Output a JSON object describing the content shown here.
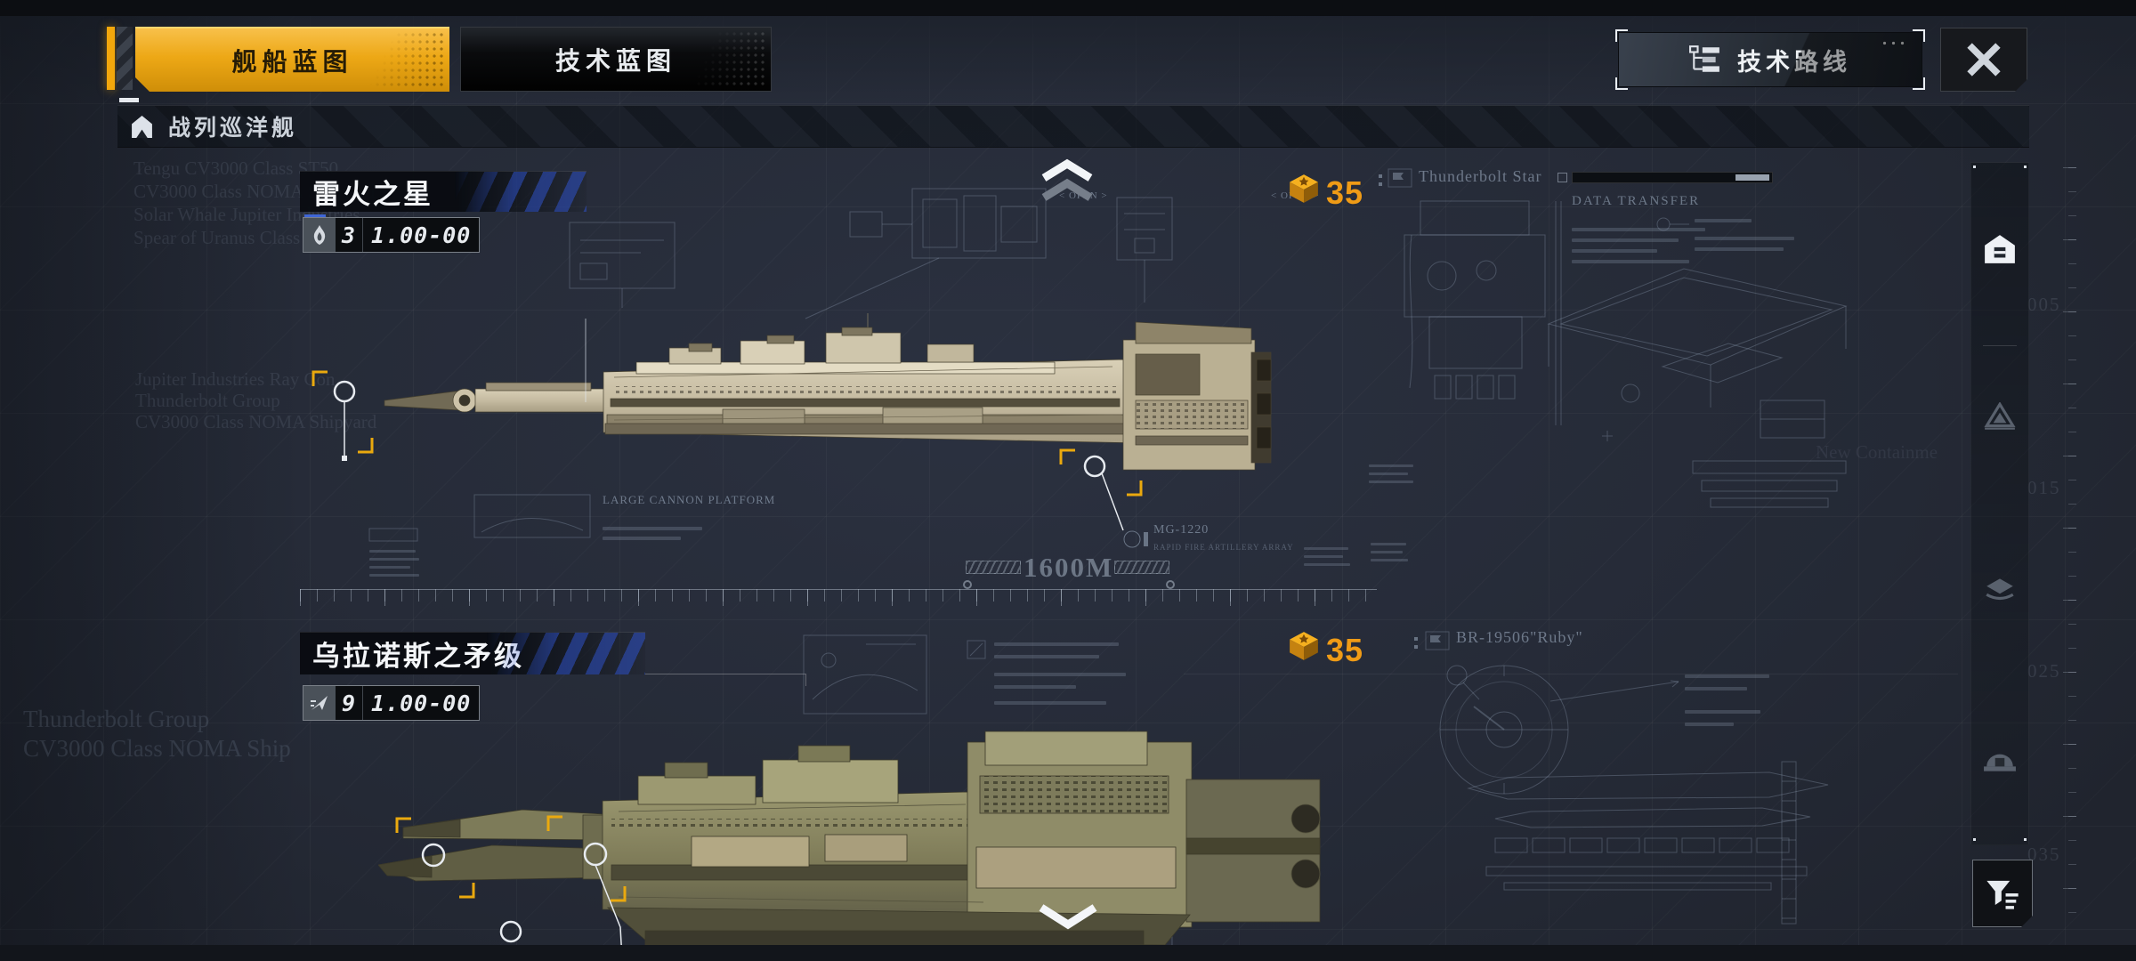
{
  "tabs": [
    {
      "label": "舰船蓝图"
    },
    {
      "label": "技术蓝图"
    }
  ],
  "topbar": {
    "tech_route": "技术路线"
  },
  "header": {
    "category": "战列巡洋舰"
  },
  "ships": [
    {
      "name": "雷火之星",
      "tier": "3",
      "version": "1.00-00",
      "cost": "35",
      "blueprint_label": "Thunderbolt Star",
      "stat": "firepower"
    },
    {
      "name": "乌拉诺斯之矛级",
      "tier": "9",
      "version": "1.00-00",
      "cost": "35",
      "blueprint_label": "BR-19506\"Ruby\"",
      "stat": "mobility"
    }
  ],
  "annotations": {
    "open": "< OPEN >",
    "data_transfer": "DATA TRANSFER",
    "large_cannon_platform": "LARGE CANNON PLATFORM",
    "scale_length": "1600M",
    "module_code": "MG-1220",
    "module_desc": "RAPID FIRE ARTILLERY ARRAY"
  },
  "side_ruler": {
    "labels": [
      "005",
      "015",
      "025",
      "035"
    ]
  },
  "watermarks": {
    "top_left": [
      "Tengu CV3000 Class ST50",
      "CV3000 Class NOMA Shipyard",
      "Solar Whale Jupiter Industries",
      "Spear of Uranus Class"
    ],
    "mid_left": [
      "Jupiter Industries Ray Con",
      "Thunderbolt Group",
      "CV3000 Class NOMA Shipyard"
    ],
    "bottom_left": [
      "Thunderbolt Group",
      "CV3000 Class NOMA Ship"
    ],
    "right_fragment": "New Containme"
  },
  "colors": {
    "accent": "#f0a90f",
    "cost": "#ef9b16",
    "blueprint_line": "#8fa0b8",
    "stripe_blue": "#2e52c8"
  }
}
